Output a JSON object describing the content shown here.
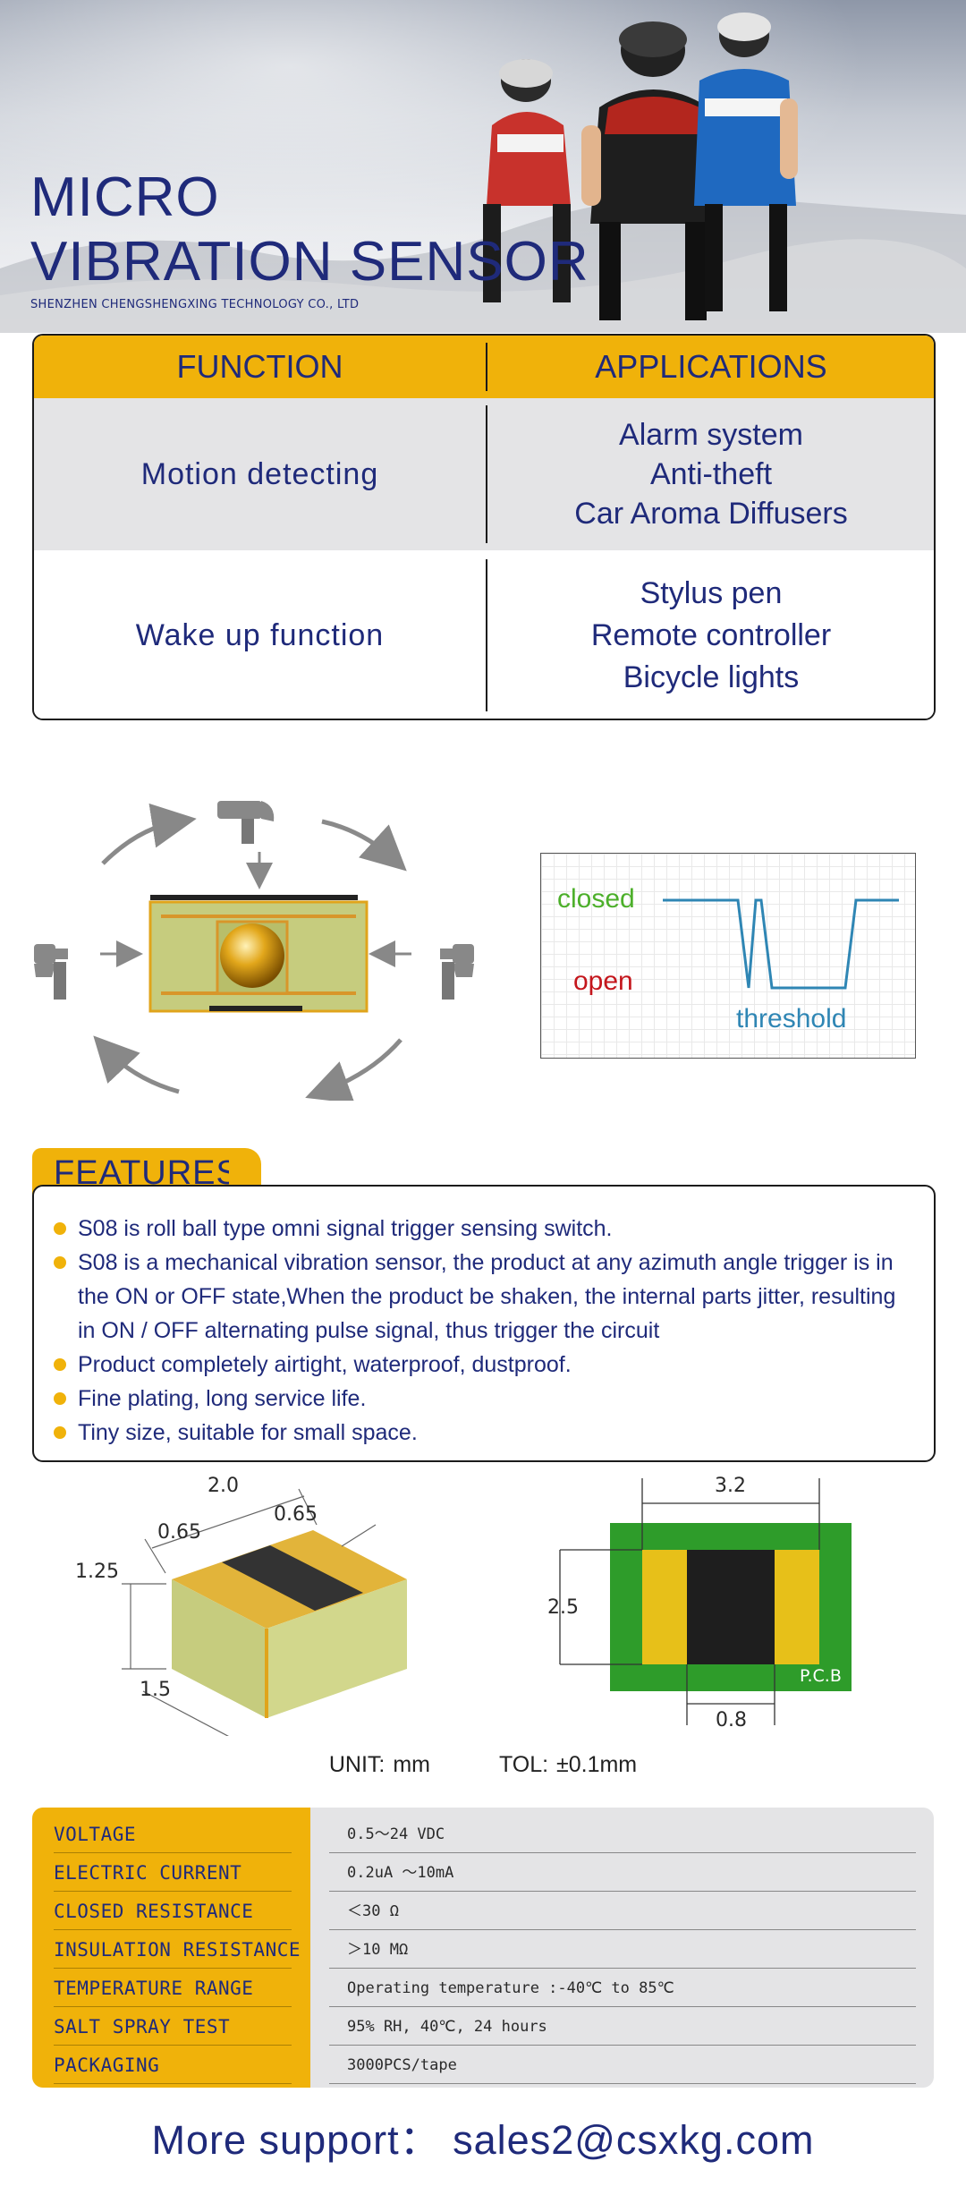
{
  "hero": {
    "title_line1": "MICRO",
    "title_line2": "VIBRATION SENSOR",
    "company": "SHENZHEN CHENGSHENGXING TECHNOLOGY CO., LTD"
  },
  "function_table": {
    "headers": [
      "FUNCTION",
      "APPLICATIONS"
    ],
    "rows": [
      {
        "function": "Motion detecting",
        "applications": [
          "Alarm system",
          "Anti-theft",
          "Car Aroma Diffusers"
        ]
      },
      {
        "function": "Wake up function",
        "applications": [
          "Stylus pen",
          "Remote controller",
          "Bicycle lights"
        ]
      }
    ]
  },
  "waveform": {
    "closed_label": "closed",
    "open_label": "open",
    "threshold_label": "threshold",
    "colors": {
      "closed": "#4caf2a",
      "open": "#c4161c",
      "threshold": "#2f86b4"
    }
  },
  "features": {
    "title": "FEATURES",
    "items": [
      "S08 is roll ball type omni signal trigger sensing switch.",
      "S08 is a mechanical vibration sensor, the product at any azimuth angle trigger is in the ON or OFF state,When the product be shaken, the internal parts jitter, resulting in ON / OFF alternating pulse signal, thus trigger the circuit",
      "Product completely airtight, waterproof, dustproof.",
      "Fine plating, long service life.",
      "Tiny size, suitable for small space."
    ]
  },
  "dimensions": {
    "component": {
      "length": "2.0",
      "pad_left": "0.65",
      "pad_right": "0.65",
      "height": "1.25",
      "width": "1.5"
    },
    "pcb": {
      "width": "3.2",
      "height": "2.5",
      "gap": "0.8",
      "label": "P.C.B"
    },
    "unit": "UNIT: mm",
    "tolerance": "TOL: ±0.1mm"
  },
  "specs": [
    {
      "key": "VOLTAGE",
      "value": "0.5～24 VDC"
    },
    {
      "key": "ELECTRIC CURRENT",
      "value": "0.2uA ～10mA"
    },
    {
      "key": "CLOSED RESISTANCE",
      "value": "＜30 Ω"
    },
    {
      "key": "INSULATION RESISTANCE",
      "value": "＞10 MΩ"
    },
    {
      "key": "TEMPERATURE RANGE",
      "value": "Operating temperature :-40℃ to 85℃"
    },
    {
      "key": "SALT SPRAY TEST",
      "value": "95% RH, 40℃, 24 hours"
    },
    {
      "key": "PACKAGING",
      "value": "3000PCS/tape"
    }
  ],
  "support": "More support： sales2@csxkg.com",
  "colors": {
    "brand_blue": "#1f2a7a",
    "accent_yellow": "#f0b20a"
  }
}
